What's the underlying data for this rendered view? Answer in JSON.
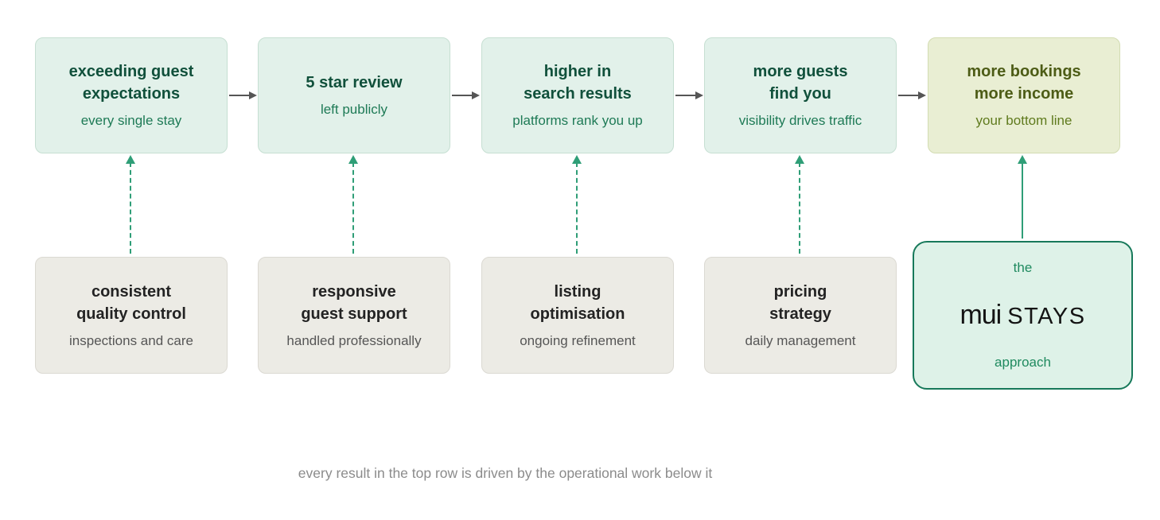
{
  "caption": "every result in the top row is driven by the operational work below it",
  "colors": {
    "mint_bg": "#e2f1ea",
    "olive_bg": "#e9eed3",
    "gray_bg": "#ecebe5",
    "green_title": "#10503b",
    "green_subtitle": "#1e7a56",
    "olive_title": "#4d5c16",
    "arrow_gray": "#555555",
    "arrow_green": "#2f9e77",
    "brand_border": "#17795a"
  },
  "top_row": [
    {
      "title": "exceeding guest\nexpectations",
      "subtitle": "every single stay"
    },
    {
      "title": "5 star review",
      "subtitle": "left publicly"
    },
    {
      "title": "higher in\nsearch results",
      "subtitle": "platforms rank you up"
    },
    {
      "title": "more guests\nfind you",
      "subtitle": "visibility drives traffic"
    },
    {
      "title": "more bookings\nmore income",
      "subtitle": "your bottom line"
    }
  ],
  "bottom_row": [
    {
      "title": "consistent\nquality control",
      "subtitle": "inspections and care"
    },
    {
      "title": "responsive\nguest support",
      "subtitle": "handled professionally"
    },
    {
      "title": "listing\noptimisation",
      "subtitle": "ongoing refinement"
    },
    {
      "title": "pricing\nstrategy",
      "subtitle": "daily management"
    }
  ],
  "brand_card": {
    "top_label": "the",
    "logo_mark": "mui",
    "logo_text": "STAYS",
    "bottom_label": "approach"
  }
}
